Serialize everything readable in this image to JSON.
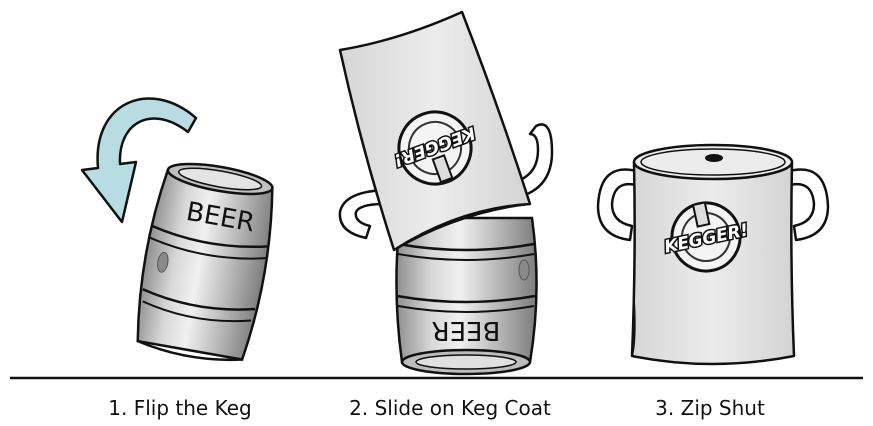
{
  "steps": [
    {
      "number": "1.",
      "label": "Flip the Keg"
    },
    {
      "number": "2.",
      "label": "Slide on Keg Coat"
    },
    {
      "number": "3.",
      "label": "Zip Shut"
    }
  ],
  "keg_text": "BEER",
  "logo_text": "KEGGER!",
  "colors": {
    "arrow_fill": "#b7dde2",
    "coat_fill": "#e6e6e6",
    "keg_light": "#d9d9d9",
    "keg_dark": "#8c8c8c",
    "outline": "#111111"
  }
}
